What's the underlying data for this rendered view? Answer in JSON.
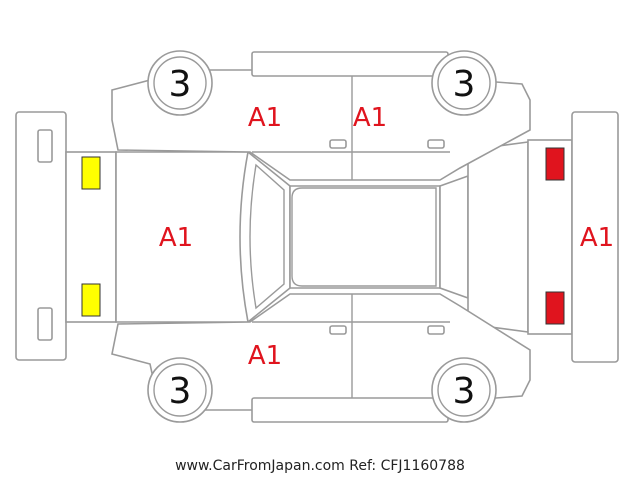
{
  "grades": {
    "hood": "A1",
    "front_door_right": "A1",
    "rear_door_right": "A1",
    "front_door_left": "A1",
    "rear_bumper": "A1"
  },
  "wheels": {
    "front_right": "3",
    "rear_right": "3",
    "front_left": "3",
    "rear_left": "3"
  },
  "marker_colors": {
    "front_lamp": "#ffff00",
    "rear_lamp": "#e0141e"
  },
  "footer": "www.CarFromJapan.com Ref: CFJ1160788"
}
